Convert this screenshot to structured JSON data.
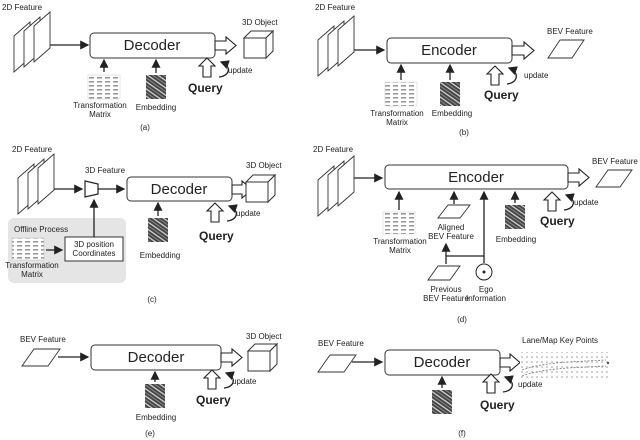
{
  "panel_a": {
    "input_label": "2D Feature",
    "block_label": "Decoder",
    "output_label": "3D Object",
    "matrix_label": "Transformation\nMatrix",
    "embedding_label": "Embedding",
    "query_label": "Query",
    "update_label": "update",
    "caption": "(a)"
  },
  "panel_b": {
    "input_label": "2D Feature",
    "block_label": "Encoder",
    "output_label": "BEV Feature",
    "matrix_label": "Transformation\nMatrix",
    "embedding_label": "Embedding",
    "query_label": "Query",
    "update_label": "update",
    "caption": "(b)"
  },
  "panel_c": {
    "input_label": "2D Feature",
    "feature3d_label": "3D Feature",
    "block_label": "Decoder",
    "output_label": "3D Object",
    "offline_label": "Offline Process",
    "coords_label": "3D position\nCoordinates",
    "matrix_label": "Transformation\nMatrix",
    "embedding_label": "Embedding",
    "query_label": "Query",
    "update_label": "update",
    "caption": "(c)"
  },
  "panel_d": {
    "input_label": "2D Feature",
    "block_label": "Encoder",
    "output_label": "BEV Feature",
    "matrix_label": "Transformation\nMatrix",
    "aligned_label": "Aligned\nBEV Feature",
    "previous_label": "Previous\nBEV Feature",
    "ego_label": "Ego\nInformation",
    "embedding_label": "Embedding",
    "query_label": "Query",
    "update_label": "update",
    "caption": "(d)"
  },
  "panel_e": {
    "input_label": "BEV Feature",
    "block_label": "Decoder",
    "output_label": "3D Object",
    "embedding_label": "Embedding",
    "query_label": "Query",
    "update_label": "update",
    "caption": "(e)"
  },
  "panel_f": {
    "input_label": "BEV Feature",
    "block_label": "Decoder",
    "output_label": "Lane/Map Key Points",
    "query_label": "Query",
    "update_label": "update",
    "caption": "(f)"
  }
}
